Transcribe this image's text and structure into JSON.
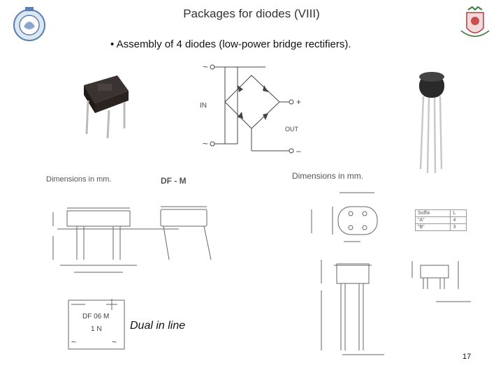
{
  "slide": {
    "title": "Packages for diodes (VIII)",
    "bullet": "• Assembly of 4 diodes (low-power bridge rectifiers).",
    "page_number": "17"
  },
  "circuit": {
    "ac_top": "~",
    "ac_bottom": "~",
    "in_label": "IN",
    "out_label": "OUT",
    "plus": "+",
    "minus": "–"
  },
  "left_drawing": {
    "dims_label": "Dimensions in mm.",
    "package_name": "DF - M",
    "marking_line1": "DF 06 M",
    "marking_line2": "1 N",
    "dual_in_line_label": "Dual in line"
  },
  "right_drawing": {
    "dims_label": "Dimensions in mm.",
    "table_header": [
      "Suffix",
      "L"
    ],
    "table_rows": [
      [
        "\"A\"",
        "4"
      ],
      [
        "\"B\"",
        "3"
      ]
    ]
  },
  "colors": {
    "line": "#666666",
    "diagram": "#444444"
  }
}
